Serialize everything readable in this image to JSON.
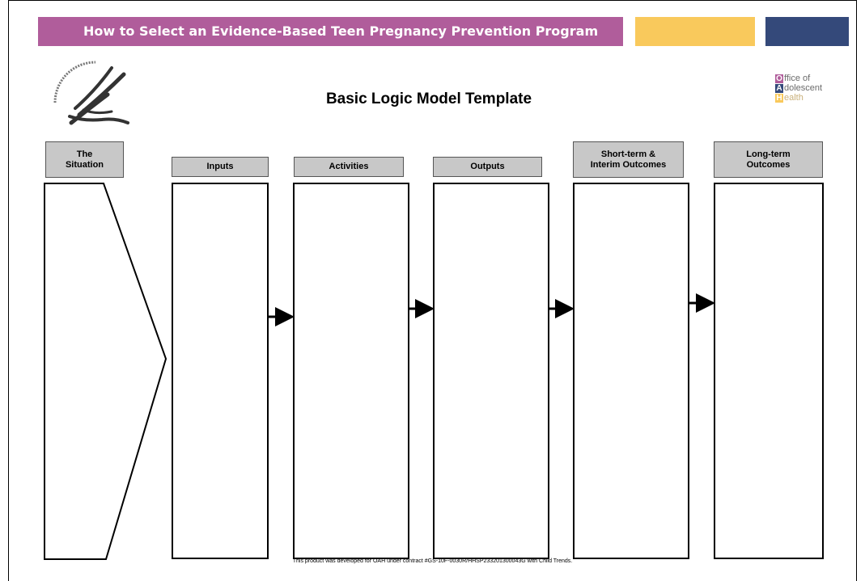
{
  "banner": {
    "title": "How to Select an Evidence-Based Teen Pregnancy Prevention Program",
    "color": "#b05d9b",
    "accent_colors": [
      "#f9c95c",
      "#34497a"
    ]
  },
  "logos": {
    "hhs": "hhs-seal-icon",
    "oah": {
      "lines": [
        {
          "letter": "O",
          "rest": "ffice of",
          "color": "#b05d9b"
        },
        {
          "letter": "A",
          "rest": "dolescent",
          "color": "#34497a"
        },
        {
          "letter": "H",
          "rest": "ealth",
          "color": "#f9c95c"
        }
      ]
    }
  },
  "title": "Basic Logic Model Template",
  "columns": [
    {
      "label": "The\nSituation"
    },
    {
      "label": "Inputs"
    },
    {
      "label": "Activities"
    },
    {
      "label": "Outputs"
    },
    {
      "label": "Short-term &\nInterim Outcomes"
    },
    {
      "label": "Long-term\nOutcomes"
    }
  ],
  "footer": "This product was developed for OAH under contract #GS-10F-0030R/HHSP233201300043G with Child Trends."
}
